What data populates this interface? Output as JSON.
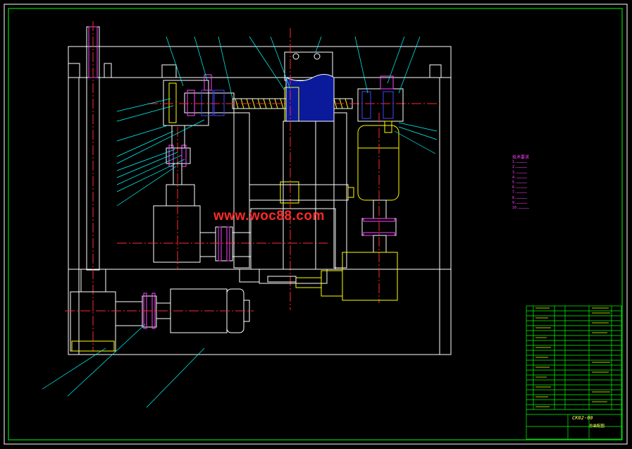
{
  "drawing": {
    "watermark": "www.woc88.com",
    "technical_requirements": {
      "title": "技术要求",
      "lines": [
        "1.……………",
        "2.……………",
        "3.……………",
        "4.……………",
        "5.……………",
        "6.……………",
        "7.……………",
        "8.……………",
        "9.……………",
        "10.……………"
      ]
    },
    "title_block": {
      "drawing_code": "CK02-00",
      "drawing_name": "总装配图"
    },
    "colors": {
      "background": "#000000",
      "frame": "#00ff00",
      "part_outline": "#ffffff",
      "centerline": "#ff2a2a",
      "leader": "#00ffff",
      "highlight": "#ffff00",
      "accent": "#ff44ff",
      "section_fill": "#0a1a9a",
      "hatch": "#4444ff"
    }
  }
}
